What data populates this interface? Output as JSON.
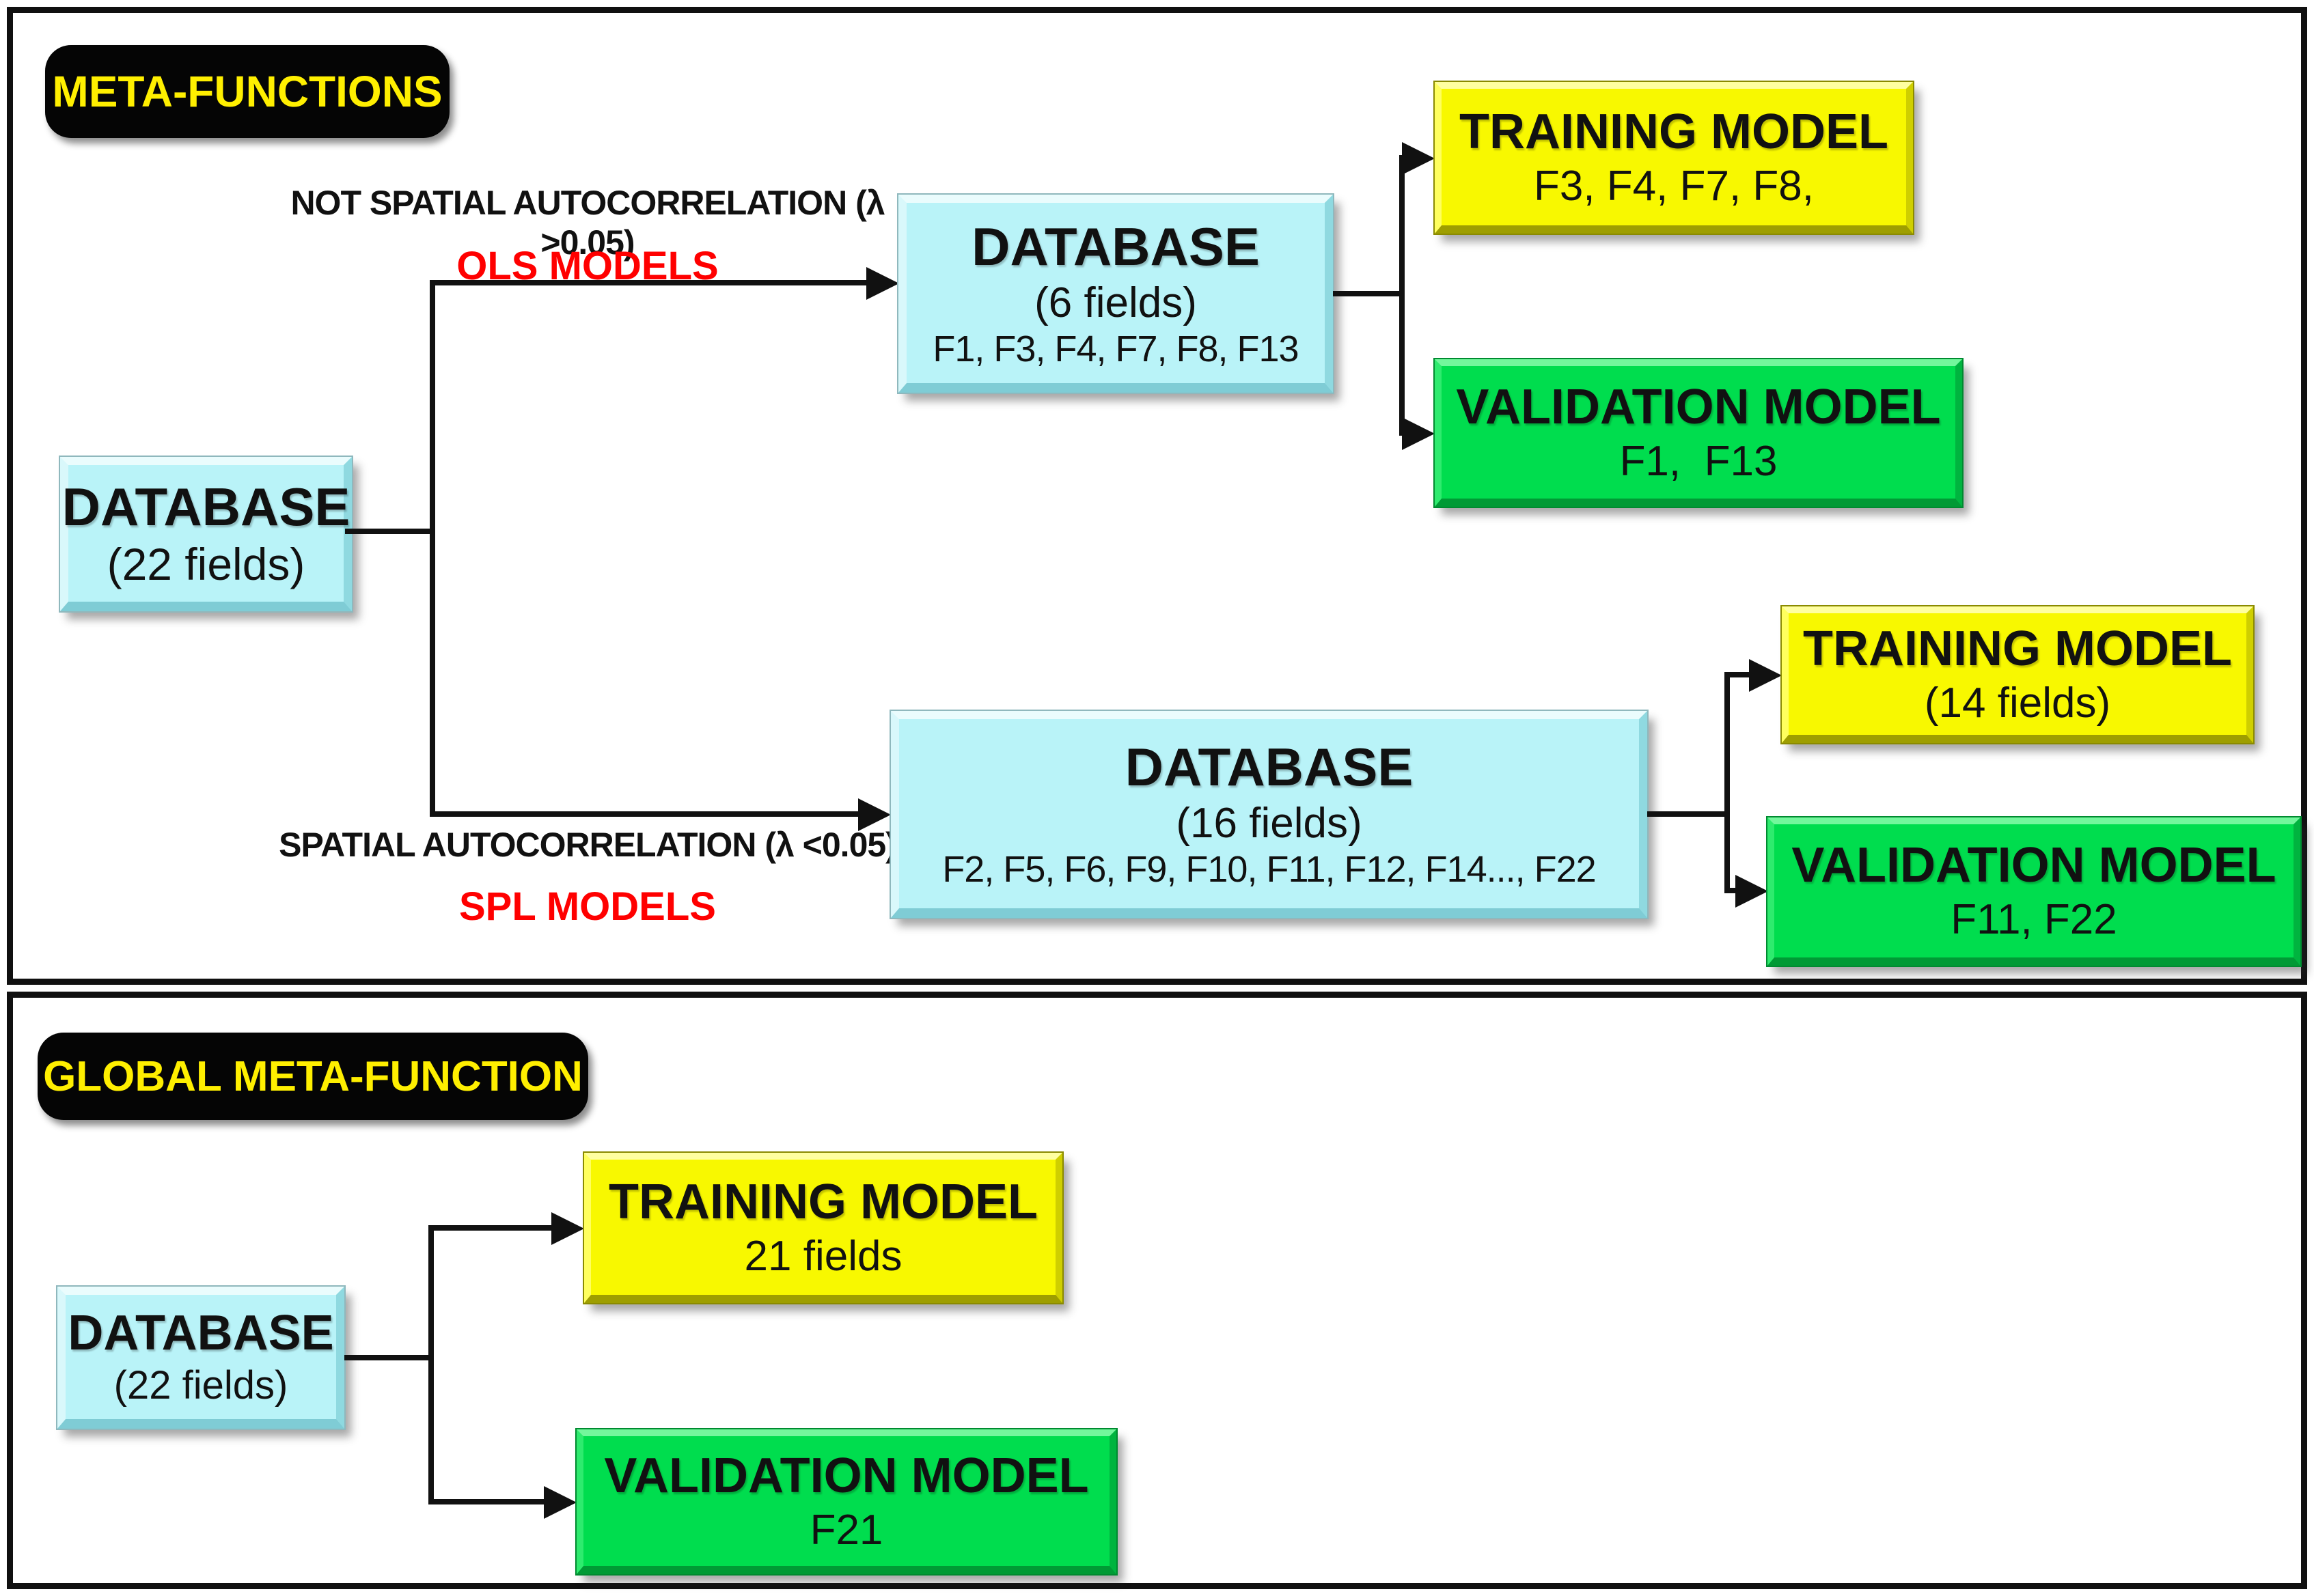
{
  "meta_panel": {
    "badge": "META-FUNCTIONS",
    "branch_ols": {
      "condition": "NOT SPATIAL AUTOCORRELATION (λ >0.05)",
      "model_type": "OLS MODELS"
    },
    "branch_spl": {
      "condition": "SPATIAL AUTOCORRELATION (λ <0.05)",
      "model_type": "SPL MODELS"
    },
    "source_db": {
      "title": "DATABASE",
      "subtitle": "(22 fields)"
    },
    "ols_db": {
      "title": "DATABASE",
      "subtitle": "(6 fields)",
      "fields": "F1, F3, F4, F7, F8, F13"
    },
    "spl_db": {
      "title": "DATABASE",
      "subtitle": "(16 fields)",
      "fields": "F2, F5, F6, F9, F10, F11, F12, F14..., F22"
    },
    "ols_training": {
      "title": "TRAINING MODEL",
      "fields": "F3, F4, F7, F8,"
    },
    "ols_validation": {
      "title": "VALIDATION MODEL",
      "fields": "F1,  F13"
    },
    "spl_training": {
      "title": "TRAINING MODEL",
      "fields": "(14 fields)"
    },
    "spl_validation": {
      "title": "VALIDATION MODEL",
      "fields": "F11, F22"
    }
  },
  "global_panel": {
    "badge": "GLOBAL META-FUNCTION",
    "source_db": {
      "title": "DATABASE",
      "subtitle": "(22 fields)"
    },
    "training": {
      "title": "TRAINING MODEL",
      "fields": "21 fields"
    },
    "validation": {
      "title": "VALIDATION MODEL",
      "fields": "F21"
    }
  },
  "colors": {
    "database_fill": "#b9f3f8",
    "training_fill": "#f8f800",
    "validation_fill": "#00dd4e",
    "badge_bg": "#050505",
    "badge_text": "#ffef00",
    "model_type_text": "#ff0000",
    "line": "#111111"
  }
}
